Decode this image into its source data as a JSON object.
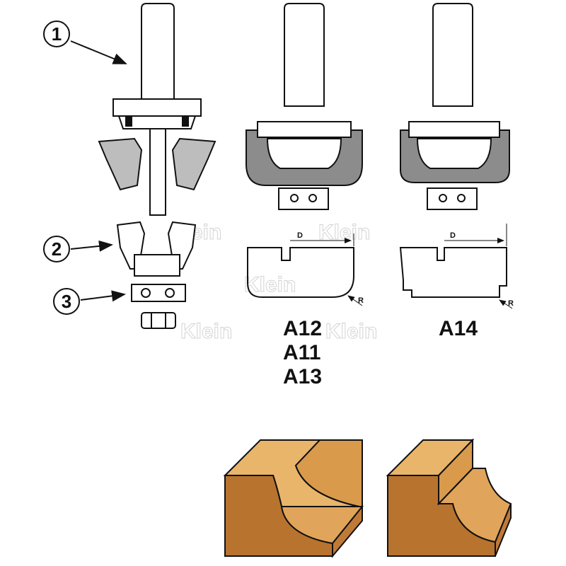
{
  "callouts": {
    "one": "1",
    "two": "2",
    "three": "3"
  },
  "models": {
    "left": [
      "A12",
      "A11",
      "A13"
    ],
    "right": "A14"
  },
  "dimensions": {
    "d_left": "D",
    "r_left": "R",
    "d_right": "D",
    "r_right": "R"
  },
  "watermark": "Klein",
  "colors": {
    "line": "#111111",
    "insert_gray": "#8c8c8c",
    "insert_light": "#bdbdbd",
    "wood_top": "#e8b56b",
    "wood_front": "#b8732f",
    "wood_side": "#d99a4c"
  }
}
